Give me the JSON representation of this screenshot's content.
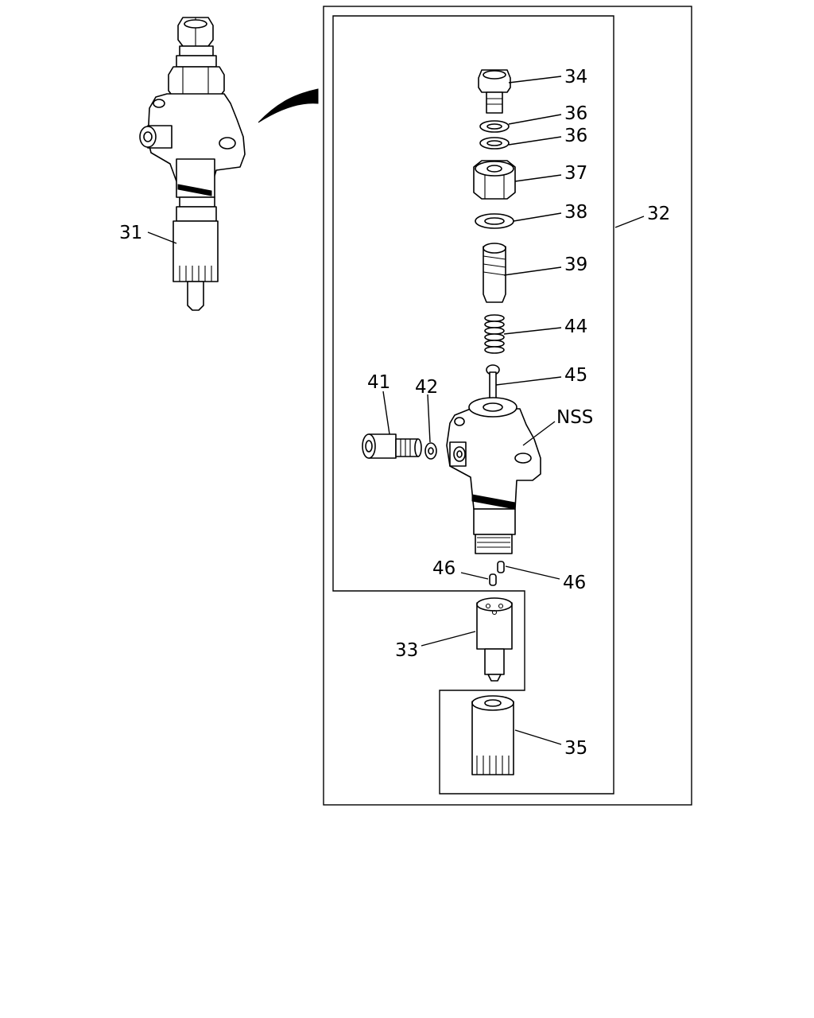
{
  "callouts": {
    "c31": "31",
    "c32": "32",
    "c33": "33",
    "c34": "34",
    "c35": "35",
    "c36a": "36",
    "c36b": "36",
    "c37": "37",
    "c38": "38",
    "c39": "39",
    "c41": "41",
    "c42": "42",
    "c44": "44",
    "c45": "45",
    "c46a": "46",
    "c46b": "46",
    "nss": "NSS"
  }
}
